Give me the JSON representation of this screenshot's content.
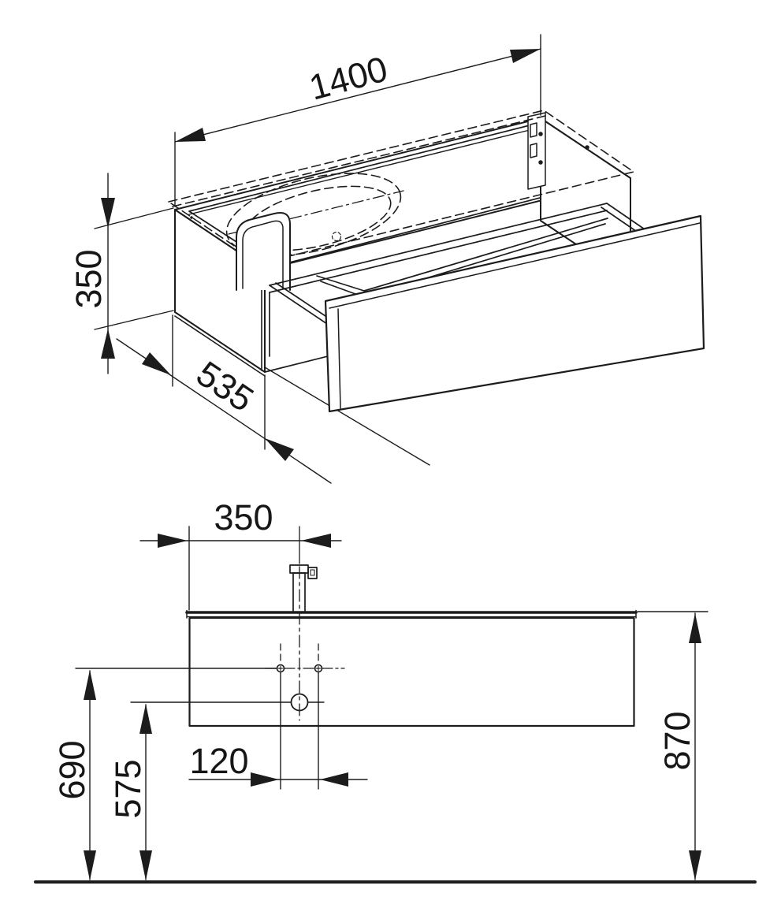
{
  "drawing": {
    "kind": "technical dimension drawing",
    "subject": "wall-hung vanity unit with washbasin, open drawer (isometric view) and front elevation",
    "units": "mm"
  },
  "colors": {
    "line": "#1c1c1c",
    "background": "#ffffff"
  },
  "dimensions": {
    "iso_width": "1400",
    "iso_height": "350",
    "iso_depth": "535",
    "front_tap_offset": "350",
    "front_hole_spacing": "120",
    "front_height_left": "690",
    "front_height_mid": "575",
    "front_height_right": "870"
  }
}
